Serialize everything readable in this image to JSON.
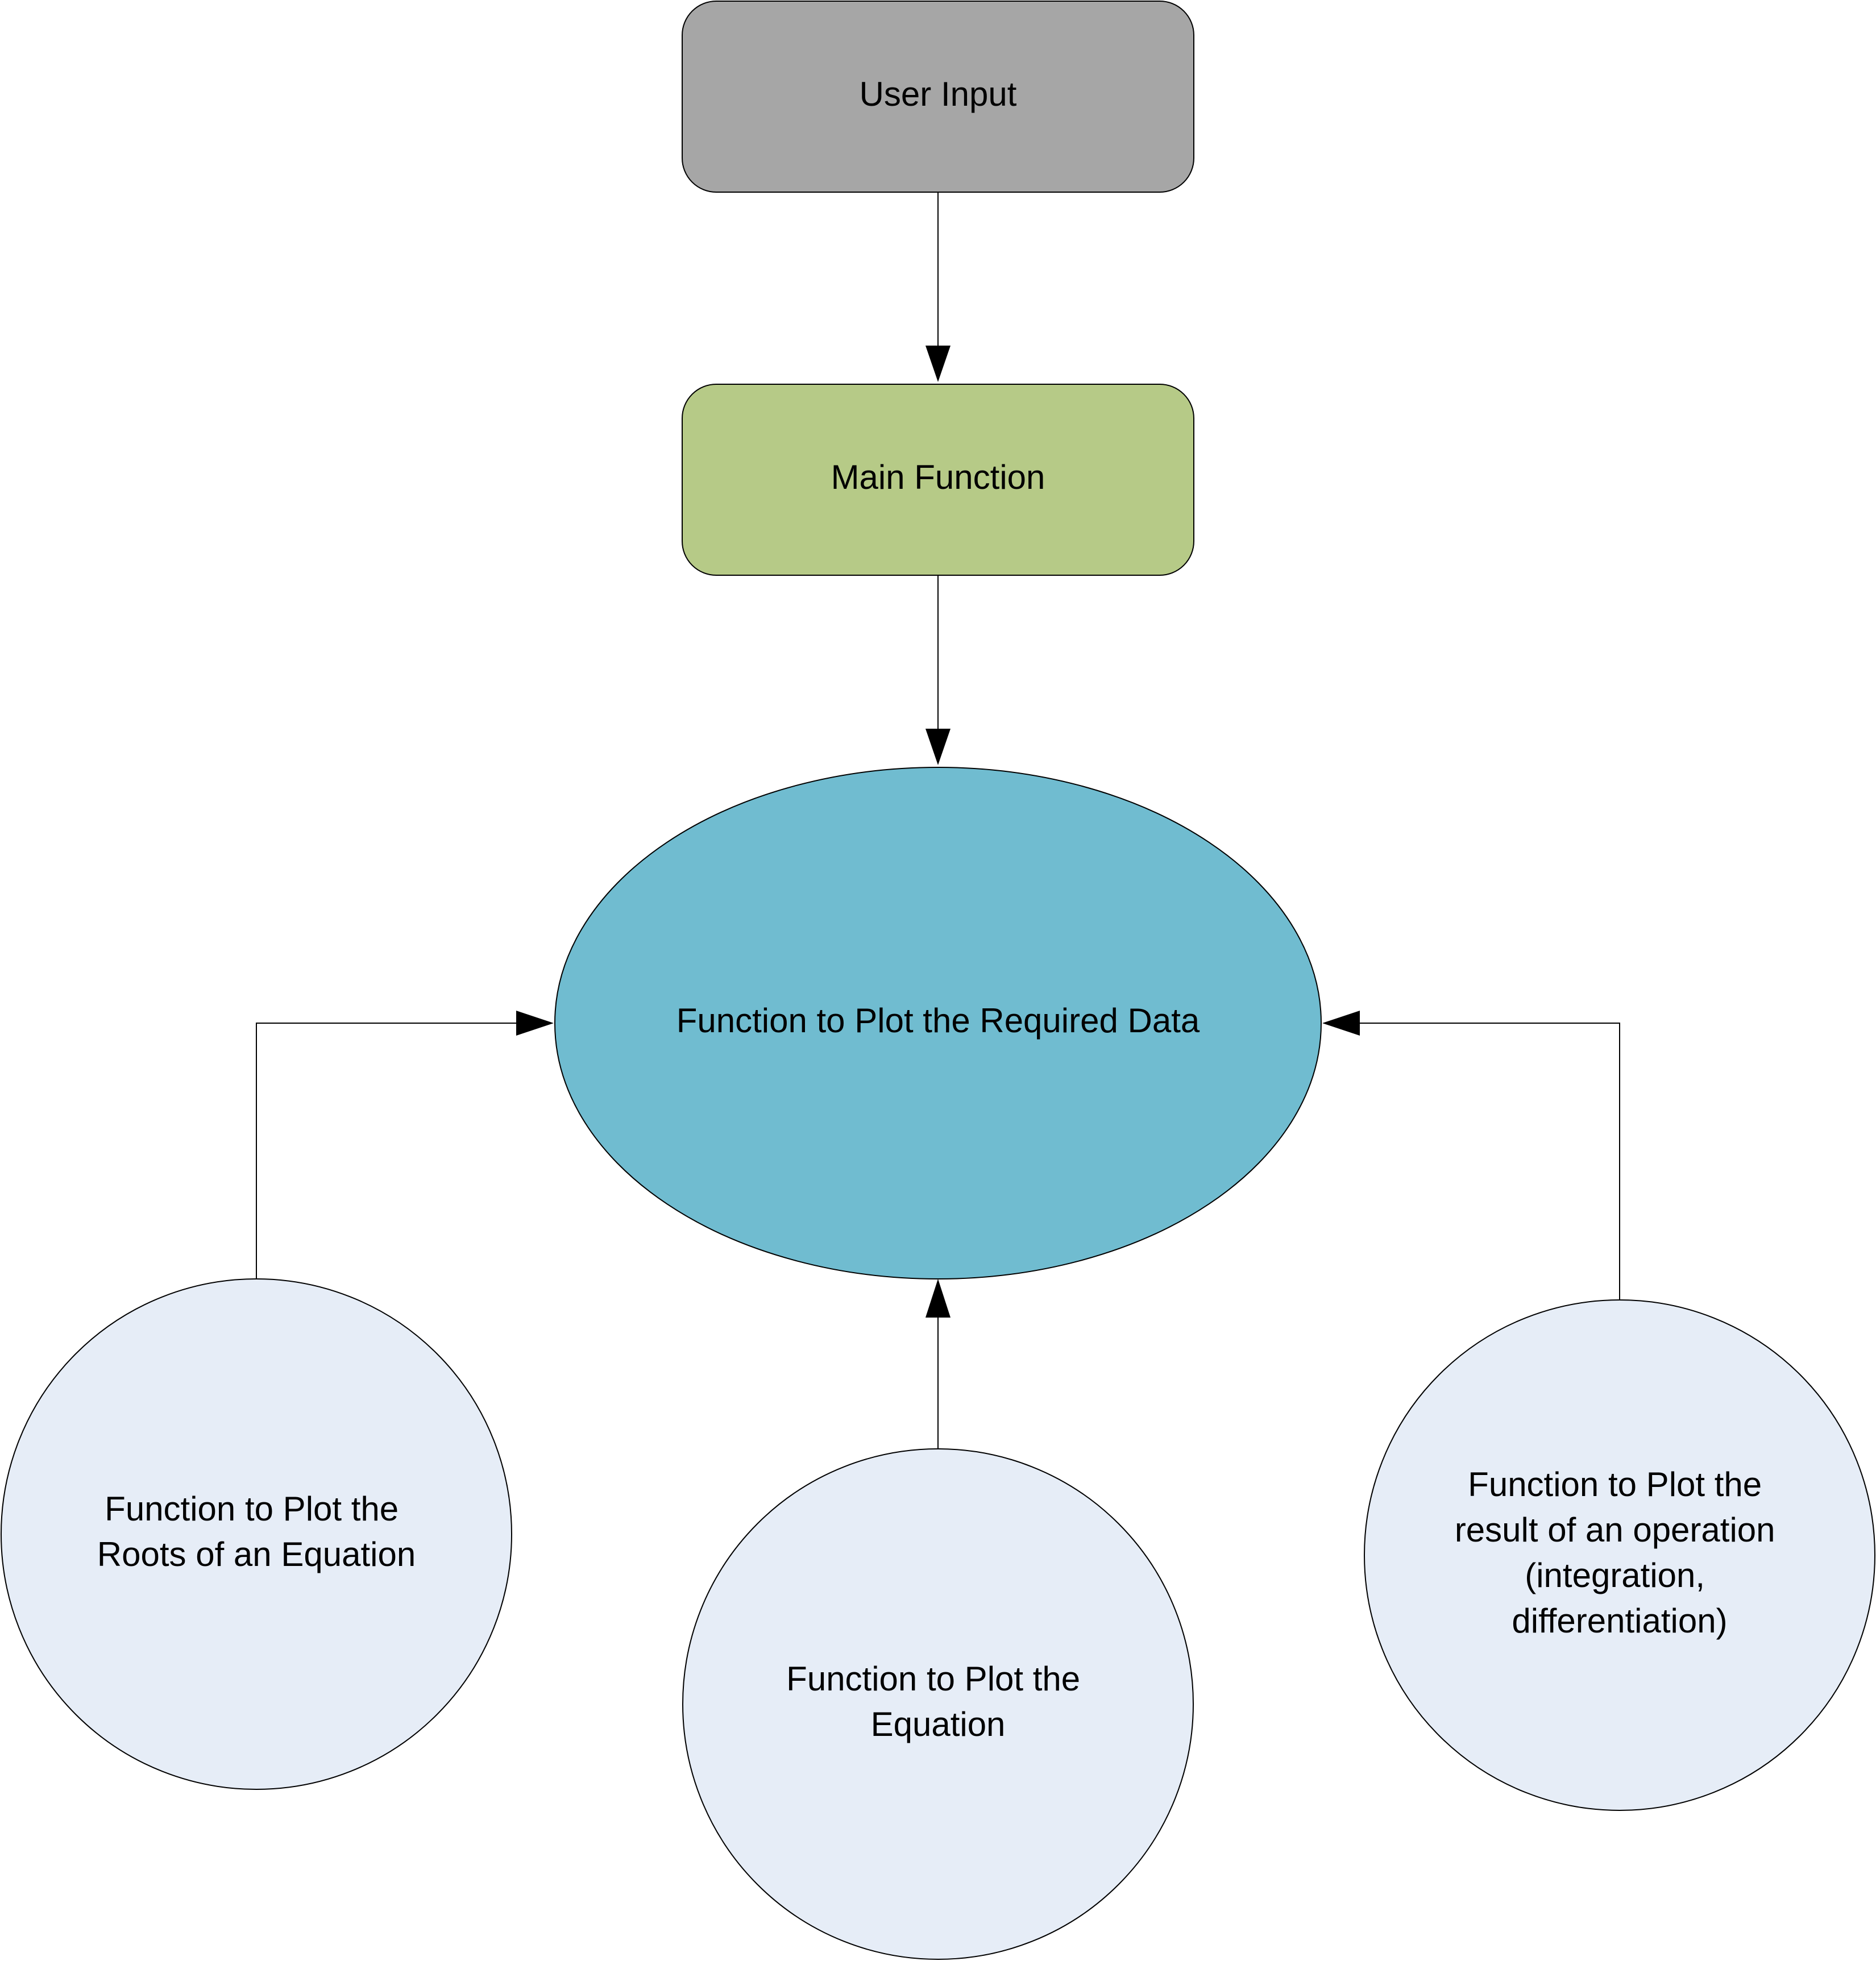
{
  "colors": {
    "user_input_fill": "#a6a6a6",
    "main_function_fill": "#b6ca87",
    "plot_data_fill": "#70bcd0",
    "sub_function_fill": "#e6edf7",
    "outline": "#000000",
    "connector": "#000000"
  },
  "nodes": {
    "user_input": {
      "shape": "rounded-rectangle",
      "lines": [
        "User Input"
      ]
    },
    "main_function": {
      "shape": "rounded-rectangle",
      "lines": [
        "Main Function"
      ]
    },
    "plot_data": {
      "shape": "ellipse",
      "lines": [
        "Function to Plot the Required Data"
      ]
    },
    "plot_roots": {
      "shape": "circle",
      "lines": [
        "Function to Plot the",
        "Roots of an Equation"
      ]
    },
    "plot_equation": {
      "shape": "circle",
      "lines": [
        "Function to Plot the",
        "Equation"
      ]
    },
    "plot_operation": {
      "shape": "circle",
      "lines": [
        "Function to Plot the",
        "result of an operation",
        "(integration,",
        "differentiation)"
      ]
    }
  },
  "edges": [
    {
      "from": "user_input",
      "to": "main_function"
    },
    {
      "from": "main_function",
      "to": "plot_data"
    },
    {
      "from": "plot_roots",
      "to": "plot_data"
    },
    {
      "from": "plot_equation",
      "to": "plot_data"
    },
    {
      "from": "plot_operation",
      "to": "plot_data"
    }
  ]
}
